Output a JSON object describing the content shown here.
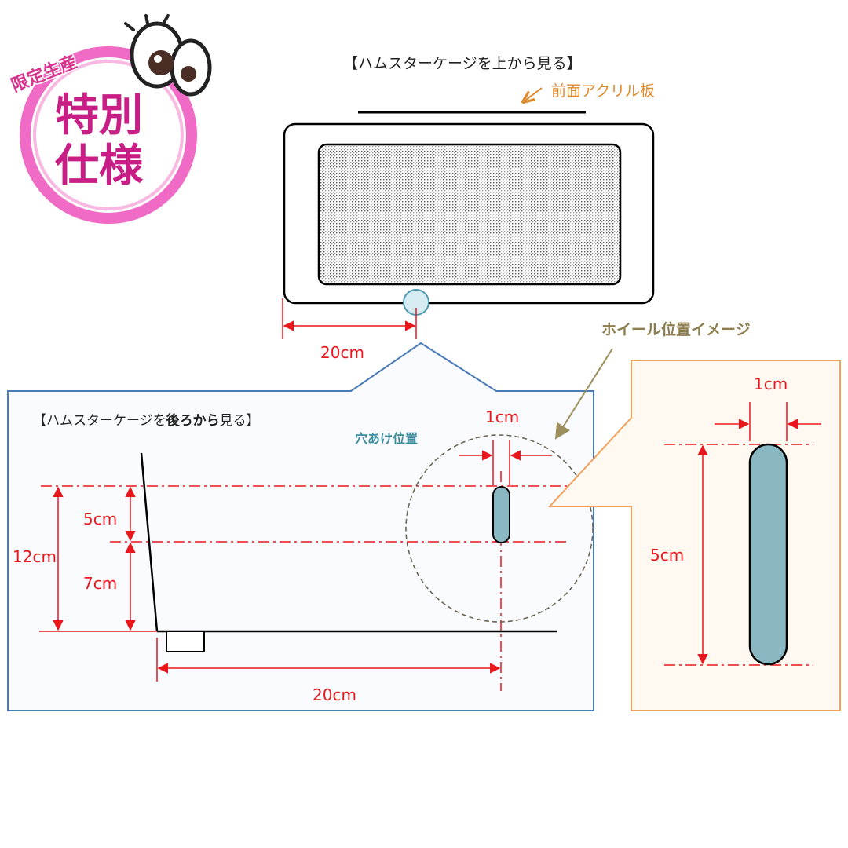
{
  "badge": {
    "small_text": "限定生産",
    "big_line1": "特別",
    "big_line2": "仕様",
    "colors": {
      "ring": "#e63fb4",
      "text": "#c81f86"
    }
  },
  "top_view": {
    "title": "【ハムスターケージを上から見る】",
    "acrylic_label": "前面アクリル板",
    "dimension_label": "20cm"
  },
  "back_view": {
    "title_parts": [
      {
        "text": "【ハムスターケージを",
        "bold": false
      },
      {
        "text": "後ろから",
        "bold": true
      },
      {
        "text": "見る】",
        "bold": false
      }
    ],
    "hole_label": "穴あけ位置",
    "hole_width_label": "1cm",
    "upper_gap_label": "5cm",
    "lower_gap_label": "7cm",
    "total_height_label": "12cm",
    "horizontal_label": "20cm"
  },
  "detail": {
    "title": "ホイール位置イメージ",
    "width_label": "1cm",
    "height_label": "5cm"
  },
  "colors": {
    "dimension": "#e8171c",
    "panel_border": "#4a7ab8",
    "detail_border": "#f2a05a",
    "detail_fill": "#fff9f1",
    "slot_fill": "#89b7c2",
    "pointer": "#9c8f5c",
    "hole_label": "#3d8d9c",
    "acrylic": "#e08a2c"
  }
}
